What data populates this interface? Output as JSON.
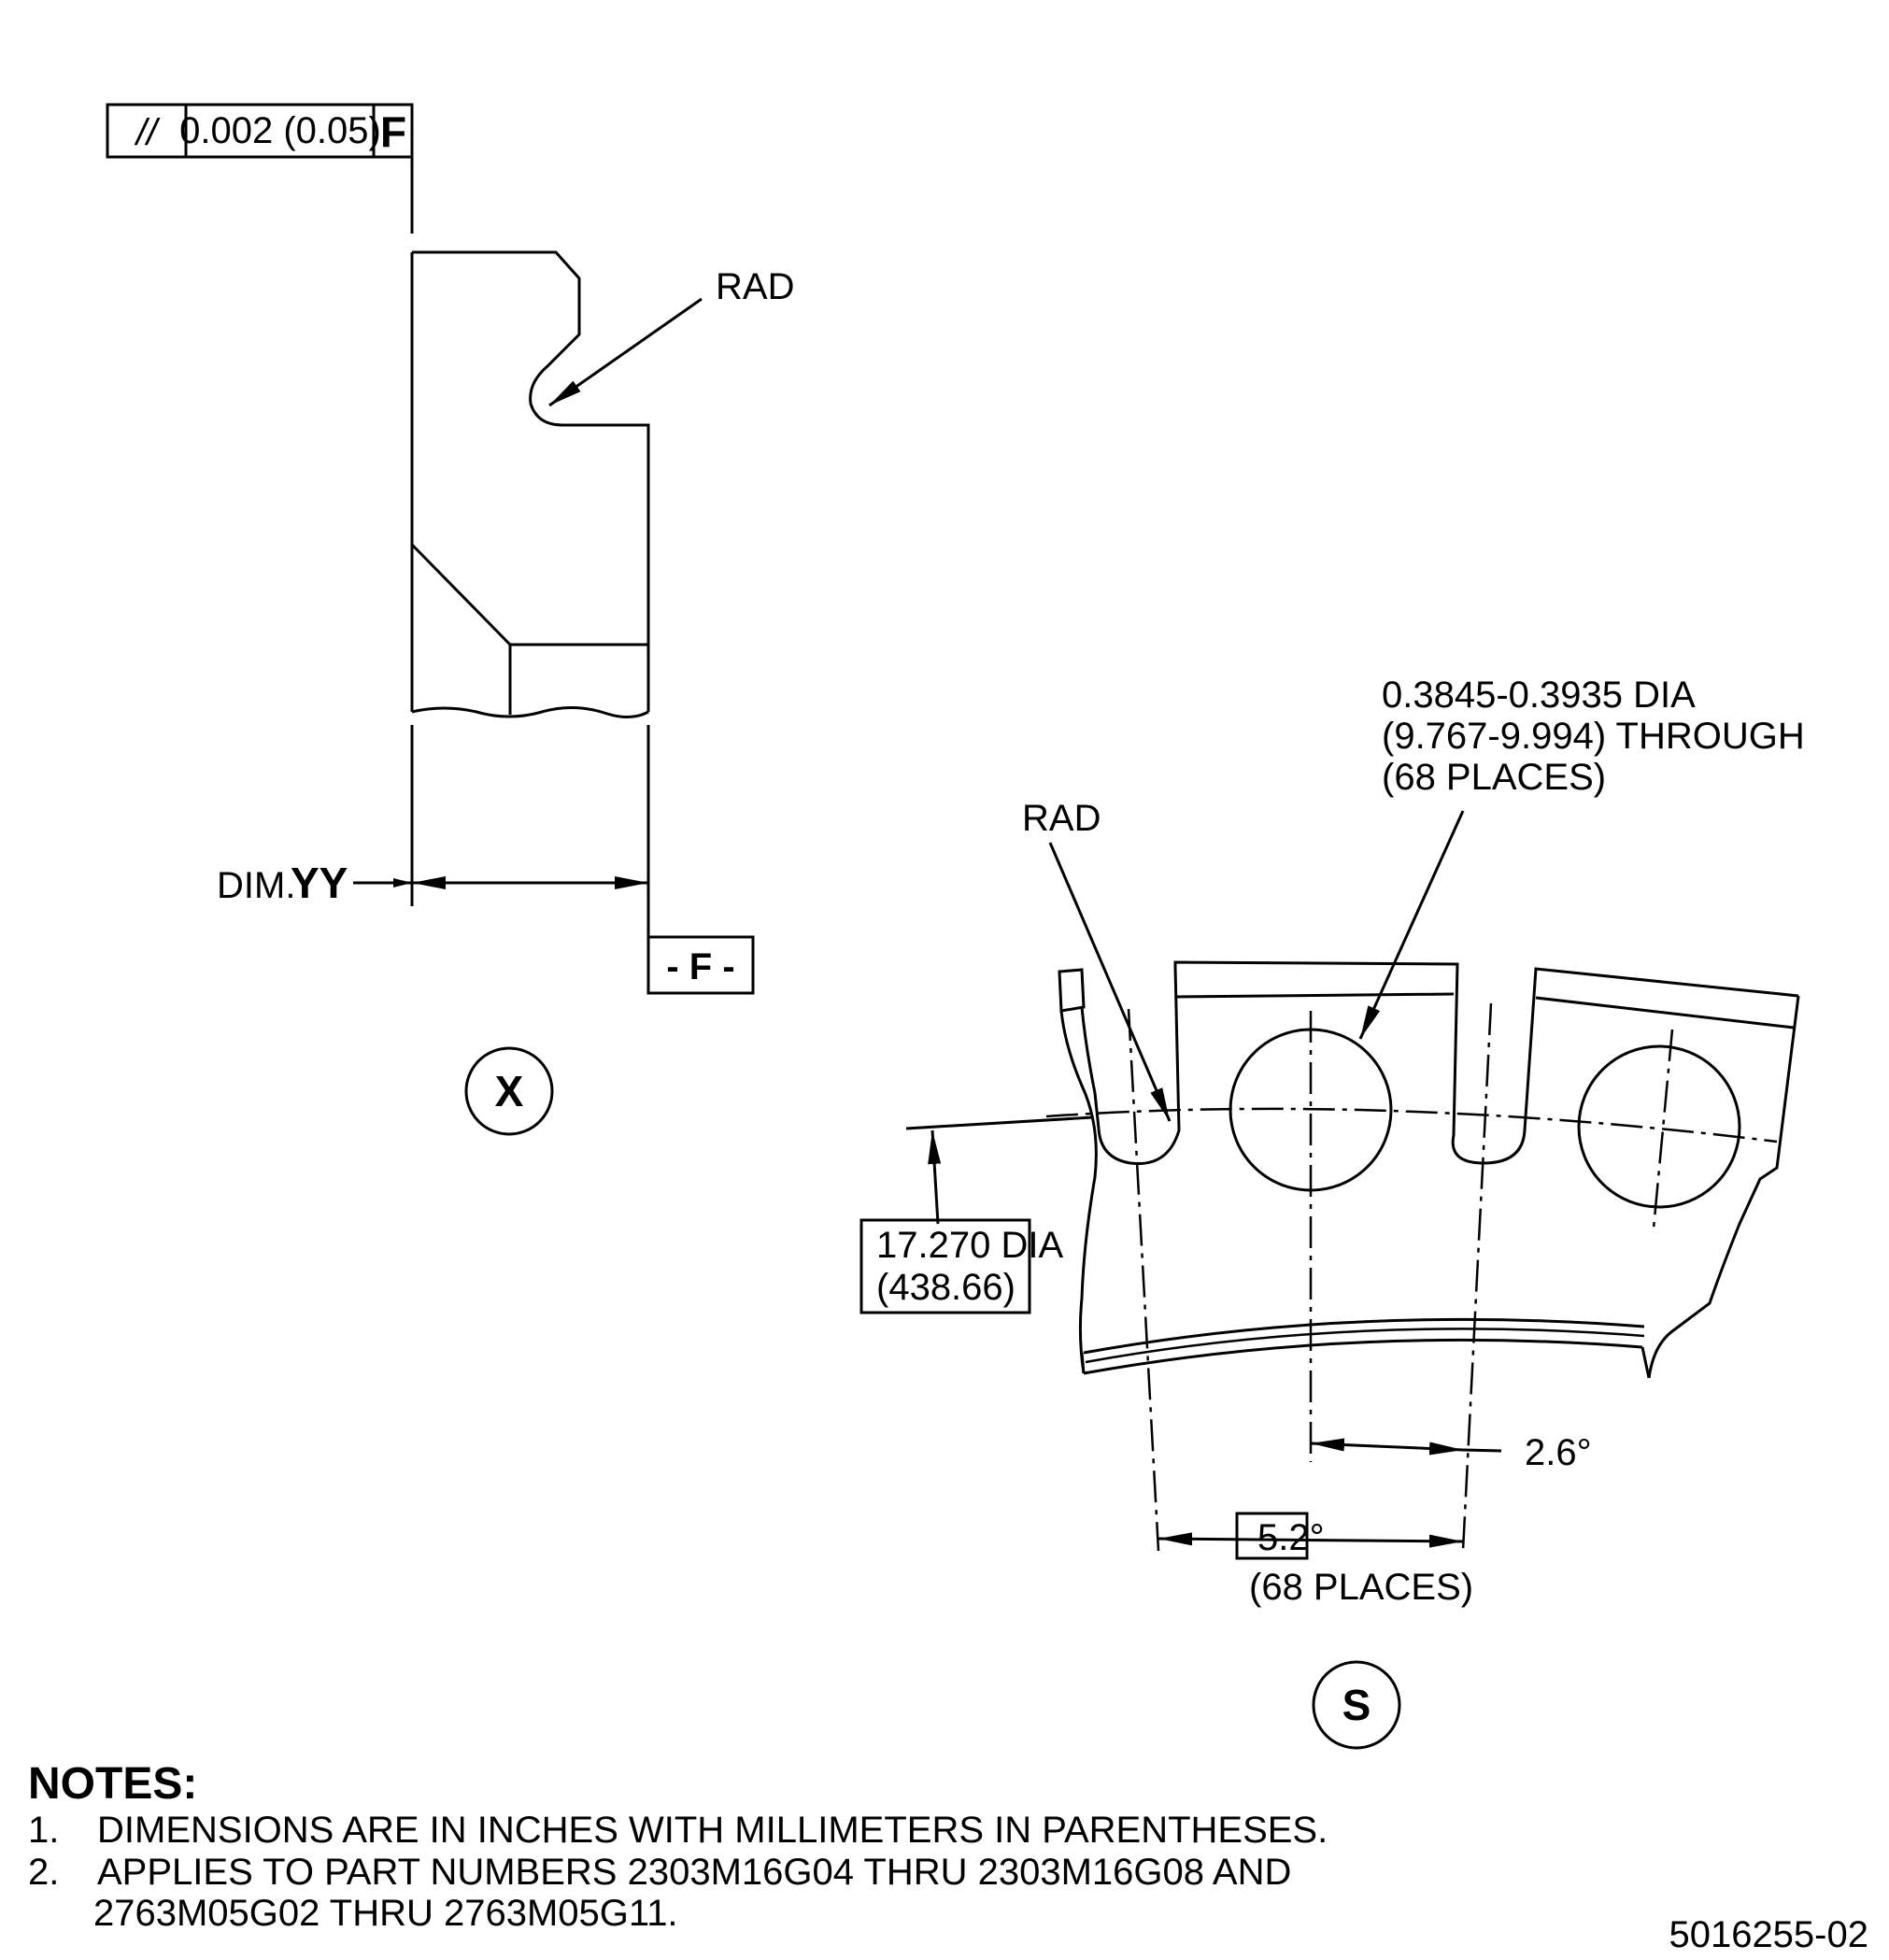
{
  "view_x": {
    "fcf_symbol": "//",
    "fcf_tolerance": "0.002 (0.05)",
    "fcf_datum": "F",
    "rad_label": "RAD",
    "dim_label": "DIM.",
    "dim_value": "YY",
    "datum_label": "- F -",
    "view_letter": "X"
  },
  "view_s": {
    "hole_line1": "0.3845-0.3935 DIA",
    "hole_line2": "(9.767-9.994) THROUGH",
    "hole_line3": "(68 PLACES)",
    "rad_label": "RAD",
    "dia_line1": "17.270 DIA",
    "dia_line2": "(438.66)",
    "angle_half": "2.6°",
    "angle_pitch": "5.2°",
    "angle_pitch_places": "(68 PLACES)",
    "view_letter": "S"
  },
  "notes": {
    "title": "NOTES:",
    "items": [
      {
        "num": "1.",
        "text": "DIMENSIONS ARE IN INCHES WITH MILLIMETERS IN PARENTHESES."
      },
      {
        "num": "2.",
        "text": "APPLIES TO PART NUMBERS 2303M16G04 THRU 2303M16G08 AND",
        "text2": "2763M05G02 THRU 2763M05G11."
      }
    ]
  },
  "drawing_number": "5016255-02"
}
